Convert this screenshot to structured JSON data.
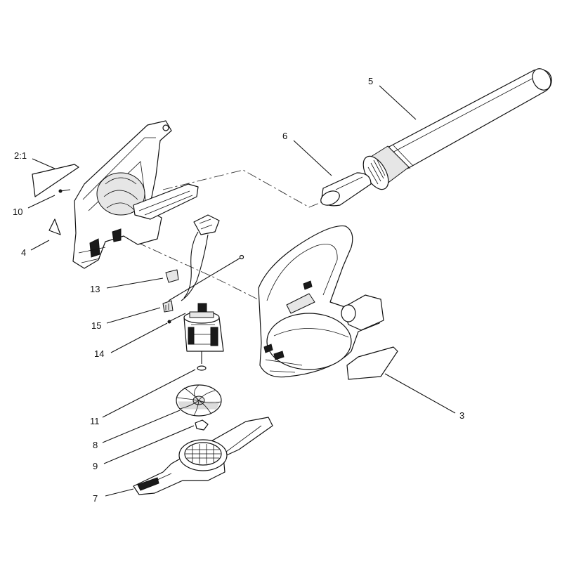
{
  "diagram": {
    "callouts": {
      "c21": "2:1",
      "c10": "10",
      "c4": "4",
      "c5": "5",
      "c6": "6",
      "c13": "13",
      "c15": "15",
      "c14": "14",
      "c11": "11",
      "c8": "8",
      "c9": "9",
      "c7": "7",
      "c3": "3"
    }
  }
}
